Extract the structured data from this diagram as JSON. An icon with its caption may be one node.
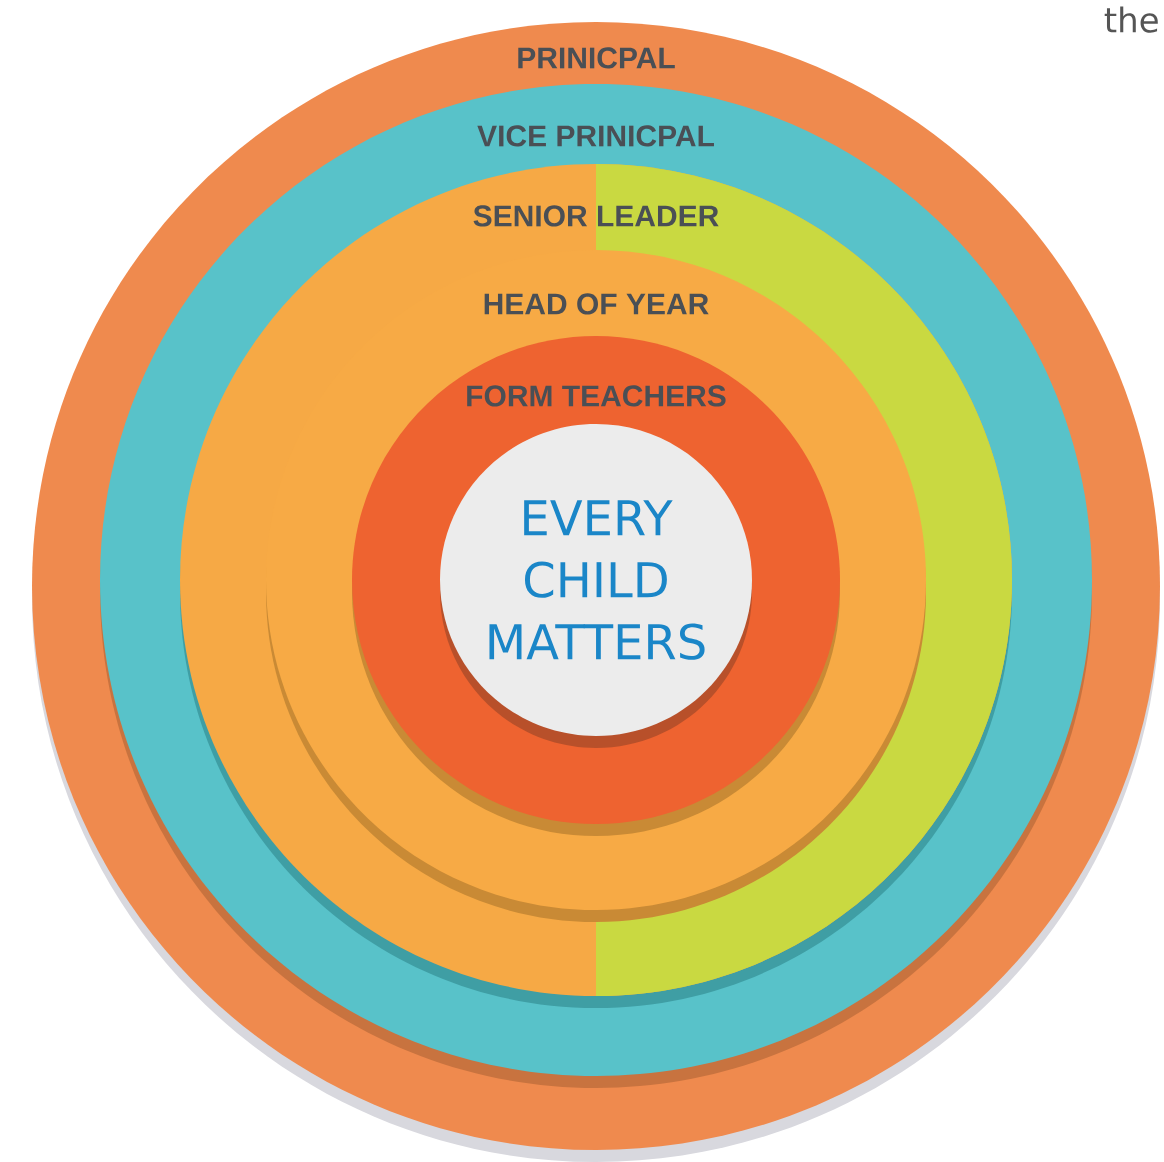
{
  "diagram": {
    "nodes": [
      {
        "text": [
          "PRINICPAL"
        ]
      },
      {
        "text": [
          "VICE PRINICPAL"
        ],
        "in": 0
      },
      {
        "text": [
          "SENIOR LEADER"
        ],
        "in": 1
      },
      {
        "text": [
          "HEAD OF YEAR"
        ],
        "in": 2
      },
      {
        "text": [
          "FORM TEACHERS"
        ],
        "in": 3
      },
      {
        "text": [
          "EVERY CHILD MATTERS"
        ],
        "in": 4
      }
    ],
    "labels": [
      "the"
    ]
  }
}
